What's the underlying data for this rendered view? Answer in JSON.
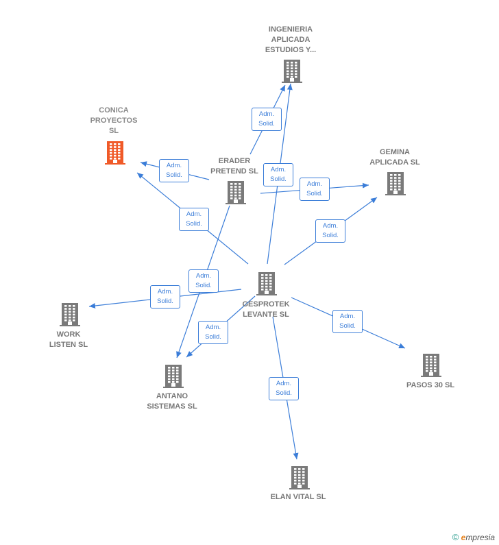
{
  "colors": {
    "node": "#7a7a7a",
    "highlight": "#f05a28",
    "edge": "#3b7dd8"
  },
  "nodes": [
    {
      "id": "ingenieria",
      "label": "INGENIERIA\nAPLICADA\nESTUDIOS Y...",
      "icon": "building-icon"
    },
    {
      "id": "conica",
      "label": "CONICA\nPROYECTOS\nSL",
      "icon": "building-icon",
      "highlight": true
    },
    {
      "id": "erader",
      "label": "ERADER\nPRETEND  SL",
      "icon": "building-icon"
    },
    {
      "id": "gemina",
      "label": "GEMINA\nAPLICADA  SL",
      "icon": "building-icon"
    },
    {
      "id": "gesprotek",
      "label": "GESPROTEK\nLEVANTE  SL",
      "icon": "building-icon"
    },
    {
      "id": "work",
      "label": "WORK\nLISTEN  SL",
      "icon": "building-icon"
    },
    {
      "id": "antano",
      "label": "ANTANO\nSISTEMAS  SL",
      "icon": "building-icon"
    },
    {
      "id": "pasos",
      "label": "PASOS 30  SL",
      "icon": "building-icon"
    },
    {
      "id": "elan",
      "label": "ELAN VITAL  SL",
      "icon": "building-icon"
    }
  ],
  "edges": [
    {
      "from": "erader",
      "to": "ingenieria",
      "label": "Adm.\nSolid."
    },
    {
      "from": "erader",
      "to": "conica",
      "label": "Adm.\nSolid."
    },
    {
      "from": "erader",
      "to": "gemina",
      "label": "Adm.\nSolid."
    },
    {
      "from": "erader",
      "to": "antano",
      "label": "Adm.\nSolid."
    },
    {
      "from": "gesprotek",
      "to": "ingenieria",
      "label": "Adm.\nSolid."
    },
    {
      "from": "gesprotek",
      "to": "conica",
      "label": "Adm.\nSolid."
    },
    {
      "from": "gesprotek",
      "to": "gemina",
      "label": "Adm.\nSolid."
    },
    {
      "from": "gesprotek",
      "to": "work",
      "label": "Adm.\nSolid."
    },
    {
      "from": "gesprotek",
      "to": "antano",
      "label": "Adm.\nSolid."
    },
    {
      "from": "gesprotek",
      "to": "pasos",
      "label": "Adm.\nSolid."
    },
    {
      "from": "gesprotek",
      "to": "elan",
      "label": "Adm.\nSolid."
    }
  ],
  "footer": {
    "copyright": "©",
    "brand_e": "e",
    "brand_rest": "mpresia"
  }
}
